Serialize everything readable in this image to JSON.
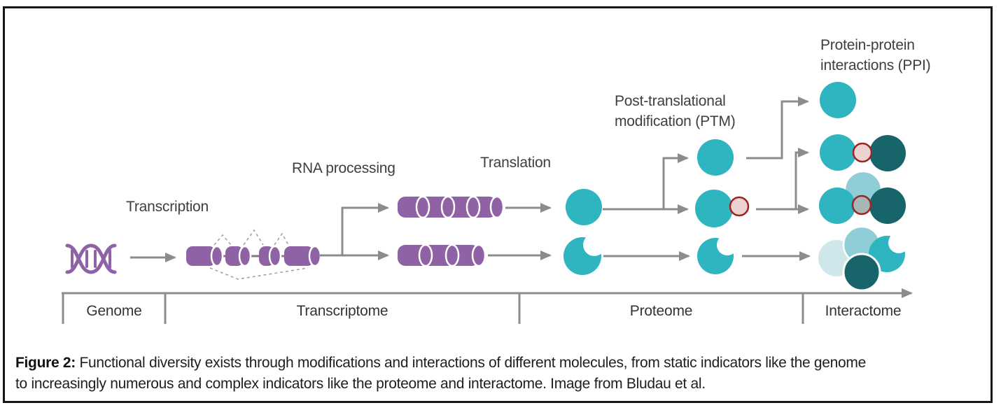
{
  "figure": {
    "labels": {
      "transcription": "Transcription",
      "rna_processing": "RNA processing",
      "translation": "Translation",
      "ptm_line1": "Post-translational",
      "ptm_line2": "modification (PTM)",
      "ppi_line1": "Protein-protein",
      "ppi_line2": "interactions (PPI)"
    },
    "axis": {
      "sections": [
        {
          "label": "Genome"
        },
        {
          "label": "Transcriptome"
        },
        {
          "label": "Proteome"
        },
        {
          "label": "Interactome"
        }
      ]
    },
    "caption": {
      "label": "Figure 2:",
      "line1_rest": " Functional diversity exists through modifications and interactions of different molecules, from static indicators like the genome",
      "line2": "to increasingly numerous and complex indicators like the proteome and interactome. Image from Bludau et al."
    },
    "colors": {
      "purple": "#8e62a5",
      "teal": "#2eb5bf",
      "teal_dark": "#17646b",
      "teal_light": "#8fced6",
      "teal_pale": "#cfe7ea",
      "ptm_dot_fill": "#ecd3d2",
      "ptm_dot_fill_shaded": "#a9b6b8",
      "ptm_dot_border": "#9b2722",
      "arrow_gray": "#8c8c8c",
      "label_text": "#3e3e3e"
    },
    "icons": {
      "dna": "dna-icon",
      "pre_mrna": "pre-mrna-icon",
      "mrna": "mrna-icon",
      "protein": "protein-circle-icon",
      "protein_variant": "protein-crescent-icon",
      "ptm_dot": "ptm-modification-dot-icon",
      "arrow": "flow-arrow-icon"
    }
  }
}
